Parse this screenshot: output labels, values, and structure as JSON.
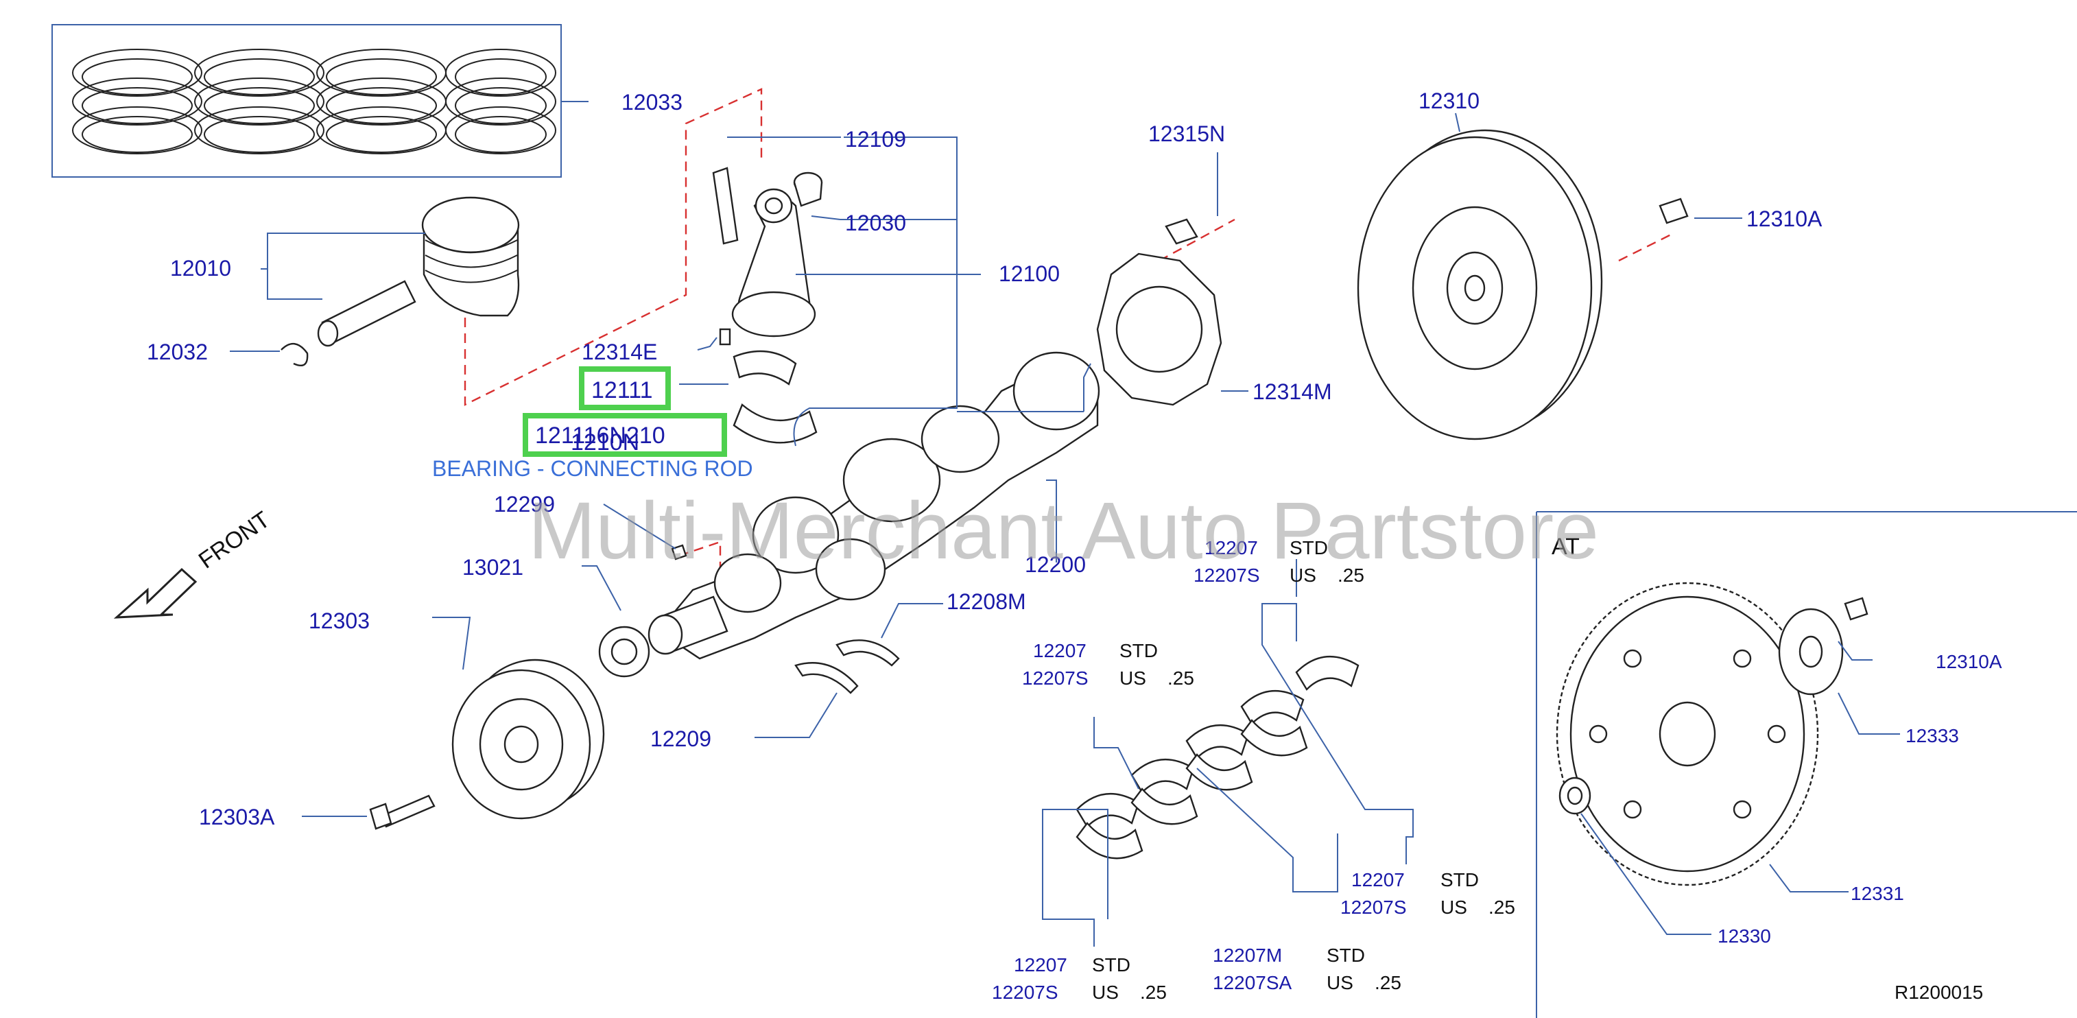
{
  "part_numbers": {
    "p12033": "12033",
    "p12109": "12109",
    "p12030": "12030",
    "p12100": "12100",
    "p12010": "12010",
    "p12032": "12032",
    "p12314E": "12314E",
    "p12111_a": "12111",
    "p12111_b": "12111",
    "p12315N": "12315N",
    "p12310": "12310",
    "p12310A_top": "12310A",
    "p12314M": "12314M",
    "p12299": "12299",
    "p13021": "13021",
    "p12303": "12303",
    "p12303A": "12303A",
    "p12200": "12200",
    "p12208M": "12208M",
    "p12209": "12209",
    "p12310A_at": "12310A",
    "p12333": "12333",
    "p12331": "12331",
    "p12330": "12330"
  },
  "highlight_labels": {
    "sel_12111": "12111",
    "sel_combo": "121116N210"
  },
  "overlap_text": "1210N",
  "tooltip": "BEARING - CONNECTING ROD",
  "front_label": "FRONT",
  "watermark": "Multi-Merchant Auto Partstore",
  "at_label": "AT",
  "diagram_code": "R1200015",
  "bearing_groups": {
    "g1": {
      "std_pn": "12207",
      "us_pn": "12207S",
      "std": "STD",
      "us": "US",
      "us_size": ".25"
    },
    "g2": {
      "std_pn": "12207",
      "us_pn": "12207S",
      "std": "STD",
      "us": "US",
      "us_size": ".25"
    },
    "g3": {
      "std_pn": "12207",
      "us_pn": "12207S",
      "std": "STD",
      "us": "US",
      "us_size": ".25"
    },
    "g4": {
      "std_pn": "12207M",
      "us_pn": "12207SA",
      "std": "STD",
      "us": "US",
      "us_size": ".25"
    },
    "g5": {
      "std_pn": "12207",
      "us_pn": "12207S",
      "std": "STD",
      "us": "US",
      "us_size": ".25"
    }
  },
  "colors": {
    "label_blue": "#1a1aa8",
    "leader_blue": "#3c62a8",
    "highlight_green": "#4ed04e",
    "tooltip_blue": "#3a6fd8",
    "dash_red": "#d83030"
  }
}
